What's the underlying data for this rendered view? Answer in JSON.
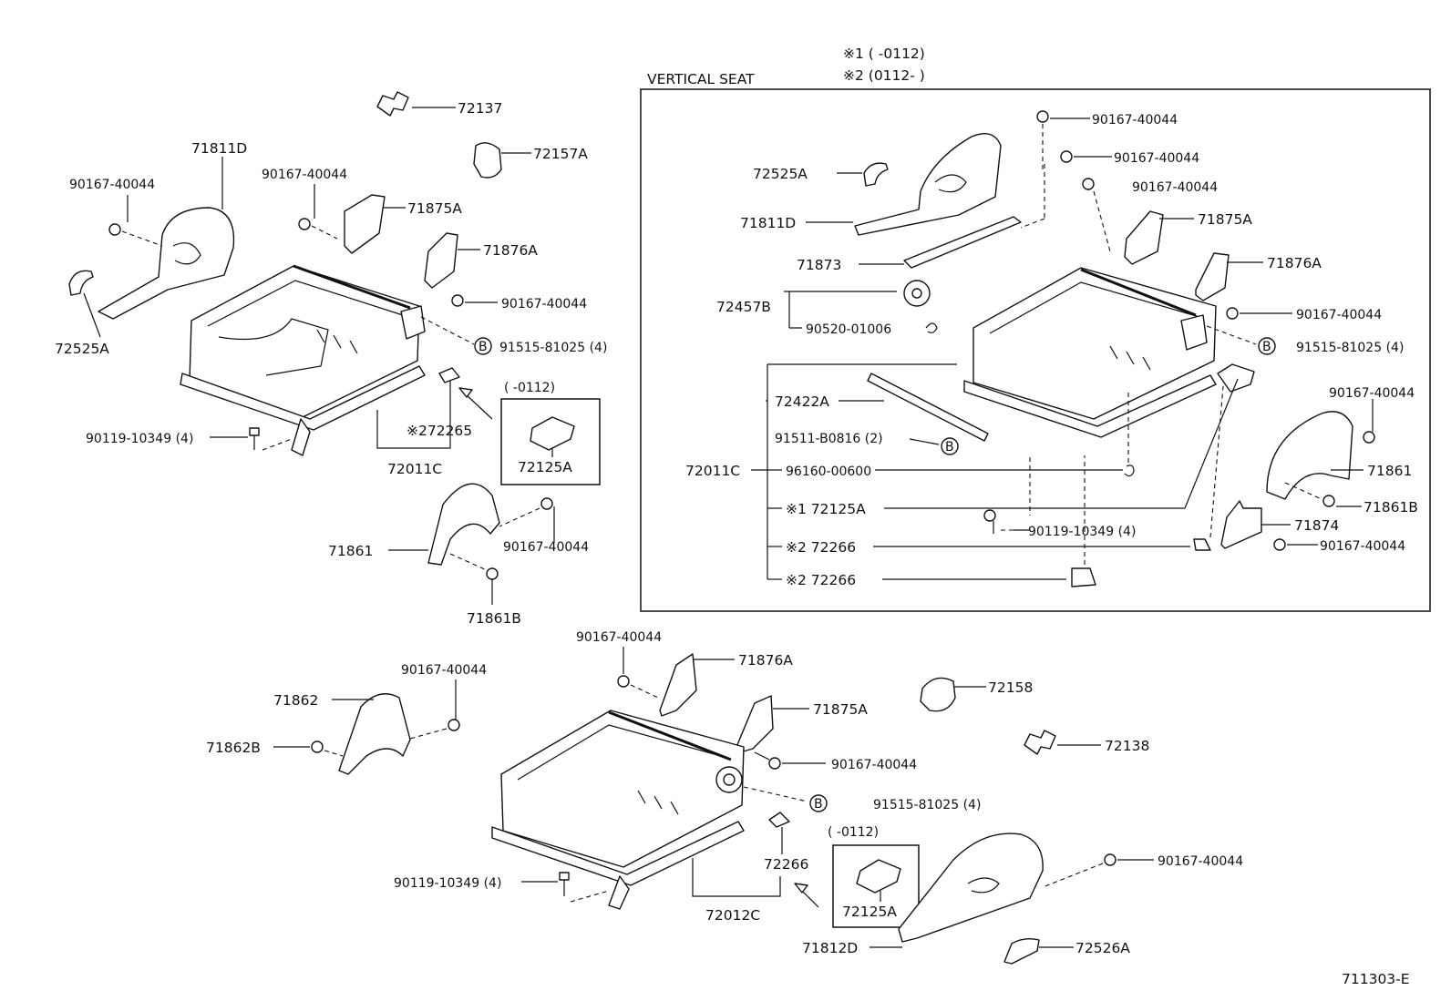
{
  "header": {
    "note1": "※1 (      -0112)",
    "note2": "※2 (0112-      )",
    "vertical_seat": "VERTICAL  SEAT"
  },
  "left": {
    "p72137": "72137",
    "p72157A": "72157A",
    "p71811D": "71811D",
    "p90167_a": "90167-40044",
    "p90167_b": "90167-40044",
    "p71875A": "71875A",
    "p71876A": "71876A",
    "p90167_c": "90167-40044",
    "p72525A": "72525A",
    "b_marker": "B",
    "p91515": "91515-81025 (4)",
    "box_range": "(      -0112)",
    "p72125A": "72125A",
    "p90119": "90119-10349 (4)",
    "p72265": "※272265",
    "p72011C": "72011C",
    "p90167_d": "90167-40044",
    "p71861": "71861",
    "p71861B": "71861B"
  },
  "vertical": {
    "p90167_1": "90167-40044",
    "p90167_2": "90167-40044",
    "p90167_3": "90167-40044",
    "p72525A": "72525A",
    "p71811D": "71811D",
    "p71875A": "71875A",
    "p71873": "71873",
    "p71876A": "71876A",
    "p72457B": "72457B",
    "p90520": "90520-01006",
    "p90167_4": "90167-40044",
    "b_marker1": "B",
    "p91515": "91515-81025 (4)",
    "p72422A": "72422A",
    "p90167_5": "90167-40044",
    "p91511": "91511-B0816 (2)",
    "b_marker2": "B",
    "p72011C": "72011C",
    "p96160": "96160-00600",
    "p71861": "71861",
    "p72125A": "※1  72125A",
    "p71861B": "71861B",
    "p90119": "90119-10349 (4)",
    "p71874": "71874",
    "p72266a": "※2  72266",
    "p90167_6": "90167-40044",
    "p72266b": "※2  72266"
  },
  "bottom": {
    "p90167_a": "90167-40044",
    "p71876A": "71876A",
    "p72158": "72158",
    "p90167_b": "90167-40044",
    "p71862": "71862",
    "p71875A": "71875A",
    "p71862B": "71862B",
    "p72138": "72138",
    "p90167_c": "90167-40044",
    "b_marker": "B",
    "p91515": "91515-81025 (4)",
    "box_range": "(      -0112)",
    "p72266": "72266",
    "p72125A": "72125A",
    "p90119": "90119-10349 (4)",
    "p72012C": "72012C",
    "p90167_d": "90167-40044",
    "p71812D": "71812D",
    "p72526A": "72526A"
  },
  "footer": {
    "code": "711303-E"
  }
}
